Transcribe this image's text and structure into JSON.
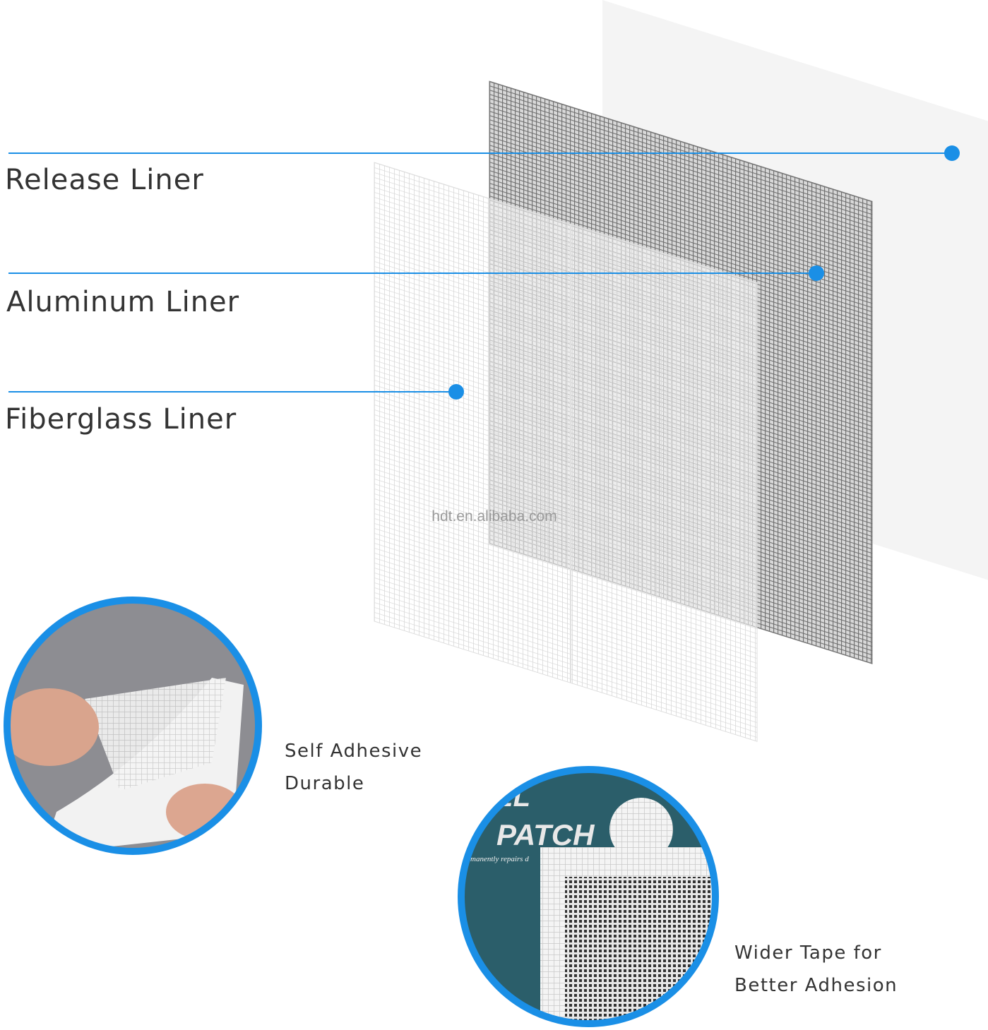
{
  "colors": {
    "accent": "#1a8fe6",
    "release_liner": "#f4f4f4",
    "aluminum_mesh": "#7a7a7a",
    "fiberglass_mesh": "#e6e6e6",
    "patch_box": "#2b5e6a"
  },
  "layers": [
    {
      "label": "Release Liner"
    },
    {
      "label": "Aluminum Liner"
    },
    {
      "label": "Fiberglass Liner"
    }
  ],
  "watermark": "hdt.en.alibaba.com",
  "features": [
    {
      "line1": "Self Adhesive",
      "line2": "Durable",
      "icon": "peeling-patch-photo"
    },
    {
      "line1": "Wider Tape for",
      "line2": "Better Adhesion",
      "icon": "patch-package-photo"
    }
  ],
  "package_photo": {
    "title": "PATCH",
    "title_fragment": "EL",
    "subtitle": "manently repairs d"
  }
}
